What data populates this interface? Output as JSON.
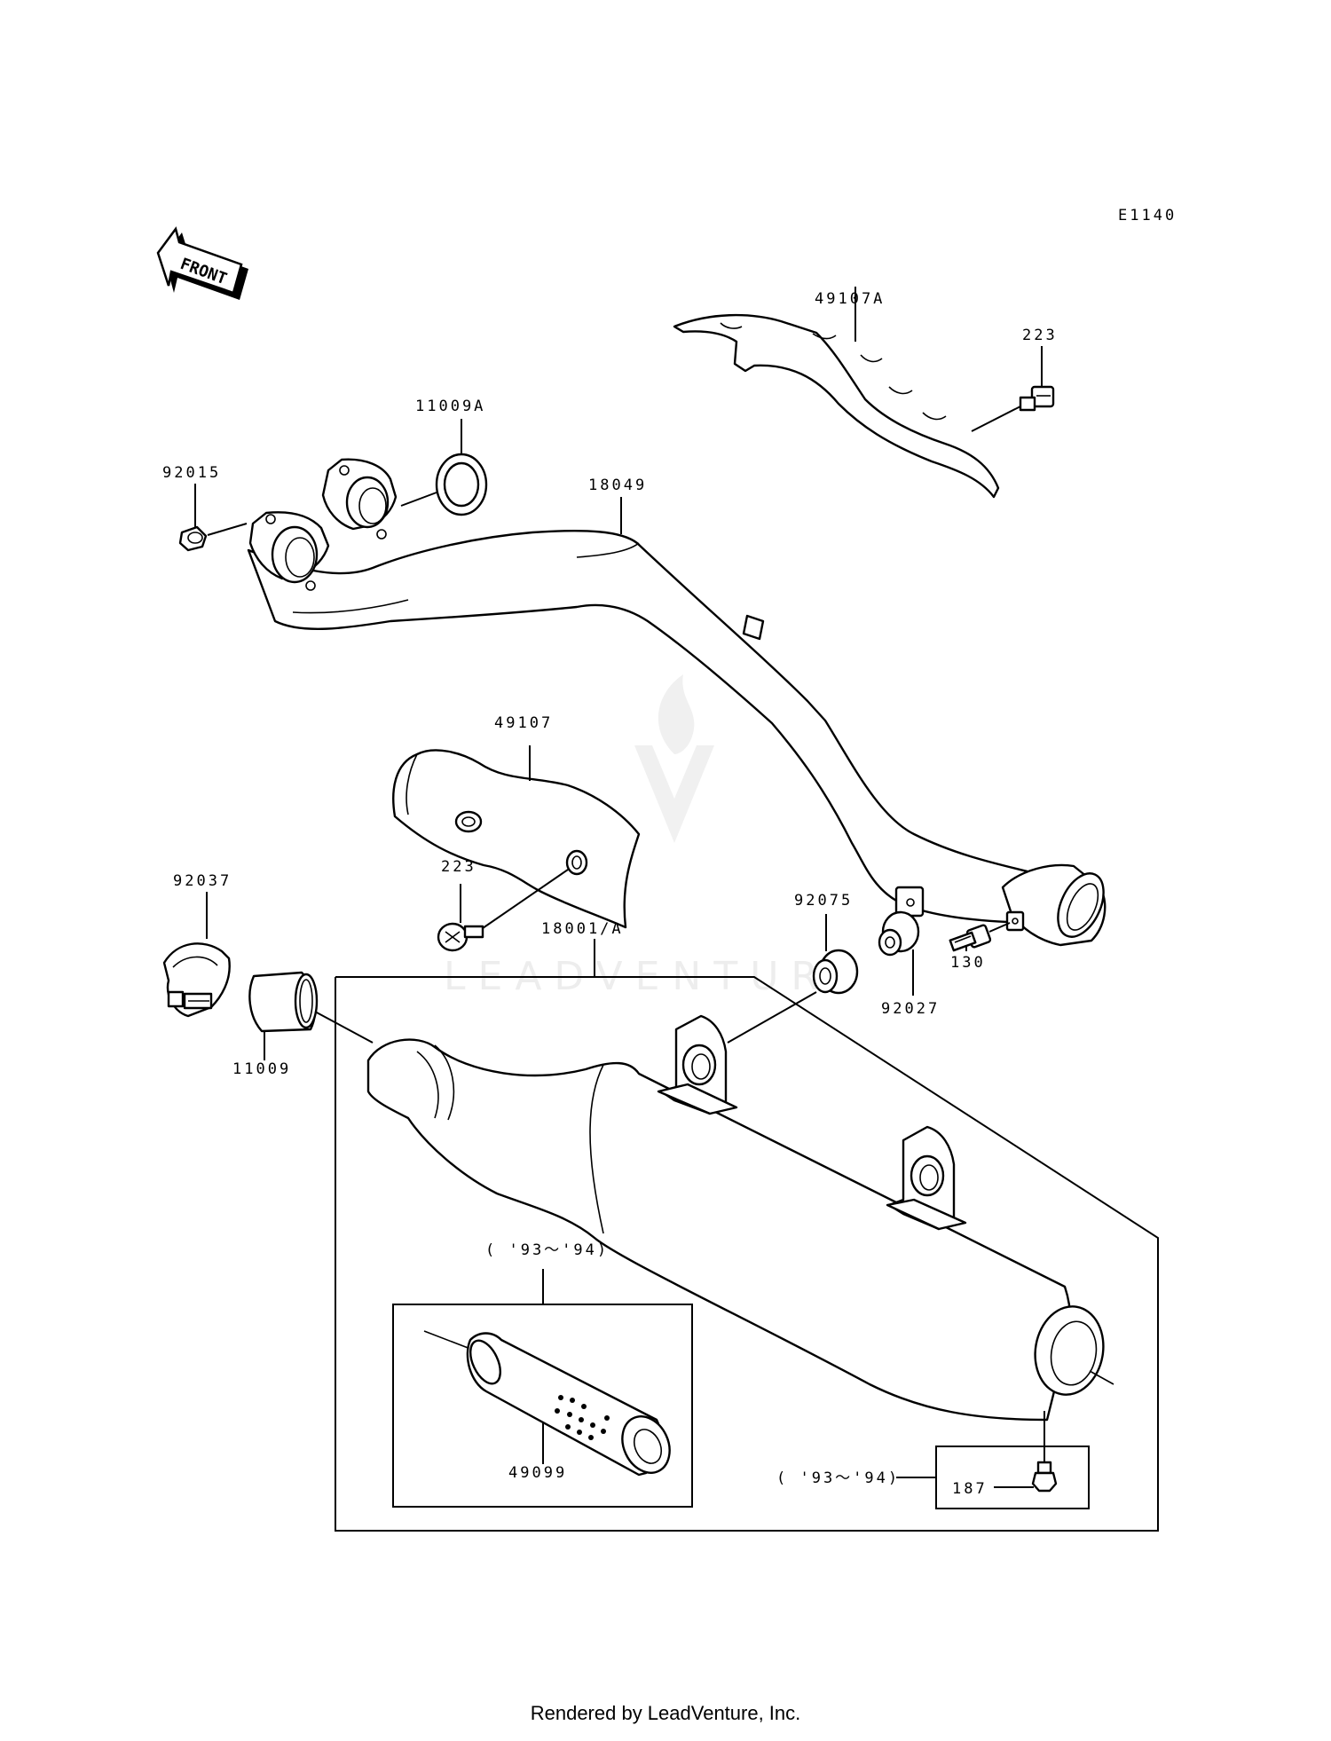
{
  "diagram": {
    "ref_code": "E1140",
    "front_label": "FRONT",
    "watermark": "LEADVENTURE",
    "labels": {
      "p49107A": "49107A",
      "p223_top": "223",
      "p11009A": "11009A",
      "p92015": "92015",
      "p18049": "18049",
      "p49107": "49107",
      "p223_mid": "223",
      "p92037": "92037",
      "p18001A": "18001/A",
      "p92075": "92075",
      "p130": "130",
      "p92027": "92027",
      "p11009": "11009",
      "year_inset": "( '93～'94)",
      "p49099": "49099",
      "year_187": "( '93～'94)",
      "p187": "187"
    }
  },
  "footer": {
    "rendered_by": "Rendered by LeadVenture, Inc."
  }
}
